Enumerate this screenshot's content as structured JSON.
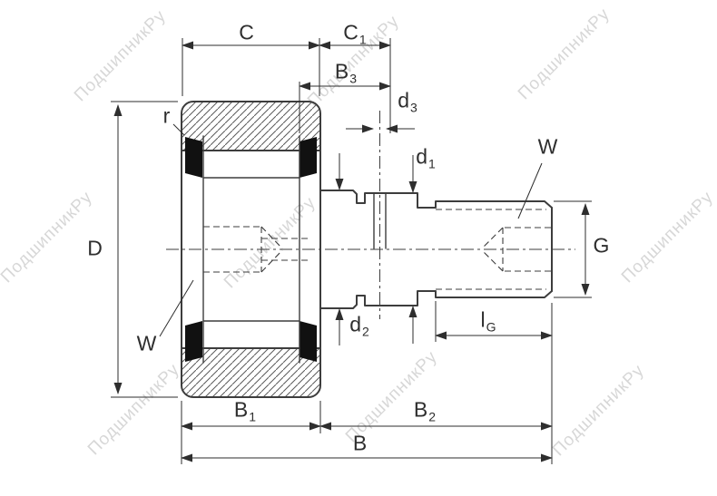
{
  "watermark": {
    "text": "ПодшипникРу"
  },
  "dims": {
    "D": {
      "main": "D",
      "sub": ""
    },
    "r": {
      "main": "r",
      "sub": ""
    },
    "C": {
      "main": "C",
      "sub": ""
    },
    "C1": {
      "main": "C",
      "sub": "1"
    },
    "B3": {
      "main": "B",
      "sub": "3"
    },
    "d3": {
      "main": "d",
      "sub": "3"
    },
    "d1": {
      "main": "d",
      "sub": "1"
    },
    "Wtop": {
      "main": "W",
      "sub": ""
    },
    "G": {
      "main": "G",
      "sub": ""
    },
    "d2": {
      "main": "d",
      "sub": "2"
    },
    "lG": {
      "main": "l",
      "sub": "G"
    },
    "Wleft": {
      "main": "W",
      "sub": ""
    },
    "B1": {
      "main": "B",
      "sub": "1"
    },
    "B2": {
      "main": "B",
      "sub": "2"
    },
    "B": {
      "main": "B",
      "sub": ""
    }
  },
  "colors": {
    "line": "#3d3d3d",
    "dim": "#2e2e2e",
    "watermark": "#bdbdbd",
    "seal": "#111111",
    "background": "#ffffff"
  }
}
